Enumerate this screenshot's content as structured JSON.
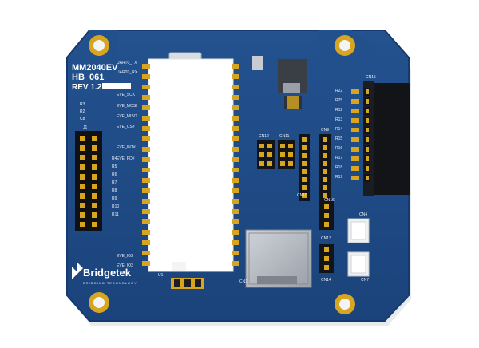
{
  "board": {
    "model": "MM2040EV",
    "part": "HB_061",
    "revision": "REV 1.2",
    "brand": "Bridgetek",
    "brand_tagline": "BRIDGING TECHNOLOGY",
    "colors": {
      "pcb": "#1f4a86",
      "pcb_edge": "#163a6e",
      "gold": "#d7a520",
      "silk": "#e8eef7",
      "module": "#ffffff",
      "connector": "#111418",
      "sd_metal": "#b7bcc4"
    }
  },
  "labels": {
    "connectors": [
      "CN12",
      "CN11",
      "CN10",
      "CN9",
      "CN15",
      "CN4",
      "CN7",
      "CN13",
      "CN14",
      "CN16",
      "CN1",
      "U1"
    ],
    "signals": [
      "UART0_TX",
      "UART0_RX",
      "EVE_SCK",
      "EVE_MOSI",
      "EVE_MISO",
      "EVE_CS#",
      "EVE_INT#",
      "EVE_PD#",
      "EVE_IO2",
      "EVE_IO3"
    ],
    "resistors_left": [
      "R3",
      "R2",
      "C8",
      "R4",
      "R5",
      "R6",
      "R7",
      "R8",
      "R9",
      "R10",
      "R11"
    ],
    "resistors_right": [
      "R22",
      "R25",
      "R12",
      "R13",
      "R14",
      "R15",
      "R16",
      "R17",
      "R18",
      "R19"
    ],
    "header_j1": "J1"
  }
}
